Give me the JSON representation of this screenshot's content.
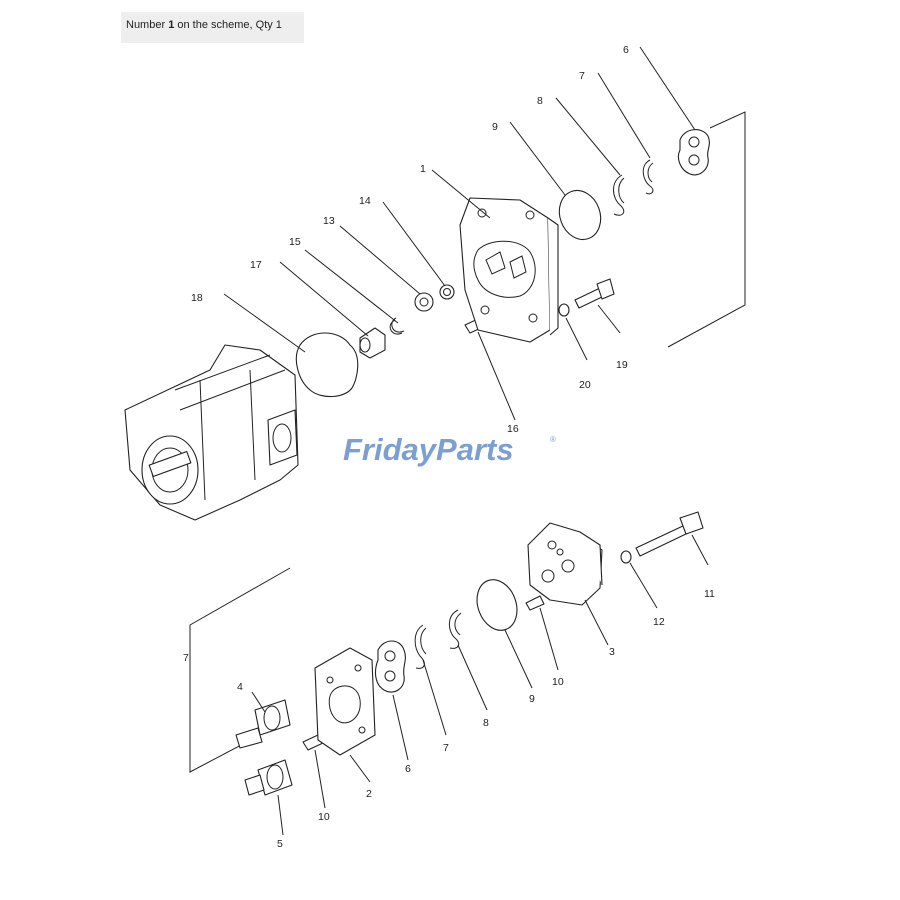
{
  "caption": {
    "prefix": "Number ",
    "number": "1",
    "suffix": " on the scheme, Qty 1"
  },
  "watermark": {
    "text": "FridayParts",
    "color": "#7b9fd1",
    "registered": "®"
  },
  "callouts": {
    "c1": "1",
    "c6t": "6",
    "c7t": "7",
    "c8t": "8",
    "c9t": "9",
    "c13": "13",
    "c14": "14",
    "c15": "15",
    "c16": "16",
    "c17": "17",
    "c18": "18",
    "c19": "19",
    "c20": "20",
    "c4": "4",
    "c5": "5",
    "c2": "2",
    "c10b": "10",
    "c6b": "6",
    "c7b": "7",
    "c8b": "8",
    "c9b": "9",
    "c10m": "10",
    "c3": "3",
    "c12": "12",
    "c11": "11",
    "c7left": "7"
  }
}
